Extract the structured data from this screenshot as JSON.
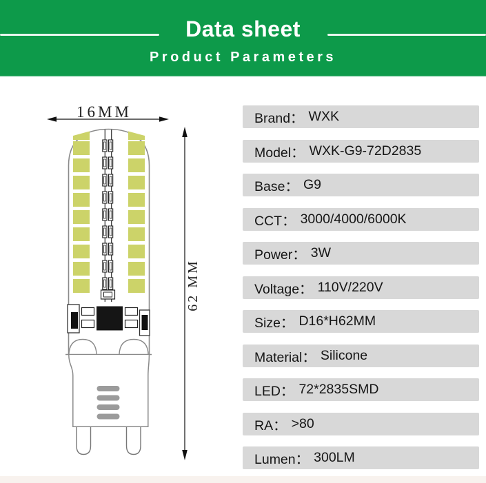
{
  "header": {
    "title": "Data sheet",
    "subtitle": "Product Parameters",
    "bg_color": "#0d9a4a",
    "text_color": "#ffffff"
  },
  "figure": {
    "width_label": "16MM",
    "height_label": "62 MM",
    "led_color": "#ccd369"
  },
  "specs": {
    "box_color": "#d8d8d8",
    "rows": [
      {
        "label": "Brand：",
        "value": "WXK"
      },
      {
        "label": "Model：",
        "value": "WXK-G9-72D2835"
      },
      {
        "label": "Base：",
        "value": "G9"
      },
      {
        "label": "CCT：",
        "value": "3000/4000/6000K"
      },
      {
        "label": "Power：",
        "value": "3W"
      },
      {
        "label": "Voltage：",
        "value": "110V/220V"
      },
      {
        "label": "Size：",
        "value": "D16*H62MM"
      },
      {
        "label": "Material：",
        "value": "Silicone"
      },
      {
        "label": "LED：",
        "value": "72*2835SMD"
      },
      {
        "label": "RA：",
        "value": ">80"
      },
      {
        "label": "Lumen：",
        "value": "300LM"
      }
    ]
  }
}
